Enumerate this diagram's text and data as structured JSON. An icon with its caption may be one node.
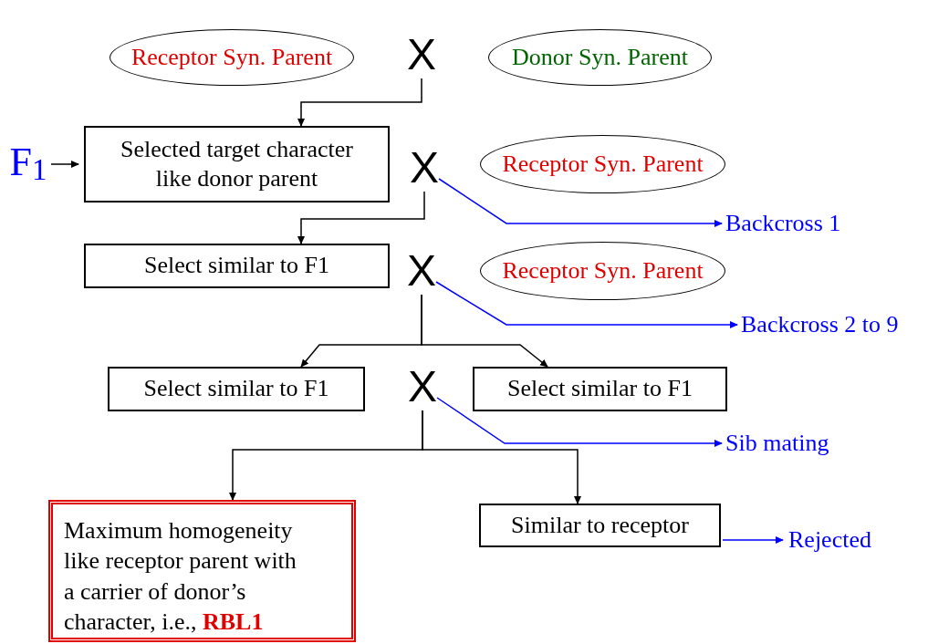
{
  "diagram": {
    "nodes": [
      {
        "text": [
          "Receptor Syn. Parent"
        ]
      },
      {
        "text": [
          "X"
        ]
      },
      {
        "text": [
          "Donor Syn. Parent"
        ]
      },
      {
        "text": [
          "F$_{1}$"
        ]
      },
      {
        "text": [
          "Selected target character like donor parent"
        ]
      },
      {
        "text": [
          "X"
        ]
      },
      {
        "text": [
          "Receptor Syn. Parent"
        ]
      },
      {
        "text": [
          "Backcross 1"
        ]
      },
      {
        "text": [
          "Select similar to F1"
        ]
      },
      {
        "text": [
          "X"
        ]
      },
      {
        "text": [
          "Receptor Syn. Parent"
        ]
      },
      {
        "text": [
          "Backcross 2 to 9"
        ]
      },
      {
        "text": [
          "Select similar to F1"
        ]
      },
      {
        "text": [
          "X"
        ]
      },
      {
        "text": [
          "Select similar to F1"
        ]
      },
      {
        "text": [
          "Sib mating"
        ]
      },
      {
        "text": [
          "Maximum homogeneity like receptor parent with a carrier of donor’s character, i.e., **RBL1**"
        ]
      },
      {
        "text": [
          "Similar to receptor"
        ]
      },
      {
        "text": [
          "Rejected"
        ]
      }
    ],
    "edges": [
      {
        "from": 1,
        "to": 4,
        "arrow": "to"
      },
      {
        "from": 3,
        "to": 4,
        "arrow": "to"
      },
      {
        "from": 5,
        "to": 8,
        "arrow": "to"
      },
      {
        "from": 5,
        "to": 7,
        "arrow": "to",
        "color": "#0000ff"
      },
      {
        "from": 9,
        "to": 12,
        "arrow": "to"
      },
      {
        "from": 9,
        "to": 14,
        "arrow": "to"
      },
      {
        "from": 9,
        "to": 11,
        "arrow": "to",
        "color": "#0000ff"
      },
      {
        "from": 13,
        "to": 16,
        "arrow": "to"
      },
      {
        "from": 13,
        "to": 17,
        "arrow": "to"
      },
      {
        "from": 13,
        "to": 15,
        "arrow": "to",
        "color": "#0000ff"
      },
      {
        "from": 17,
        "to": 18,
        "arrow": "to",
        "color": "#0000ff"
      }
    ]
  }
}
